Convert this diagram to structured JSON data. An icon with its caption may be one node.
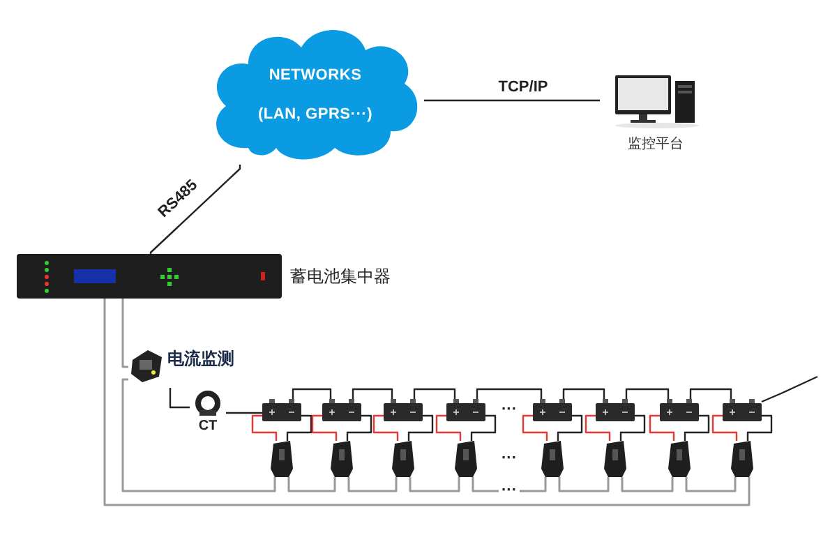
{
  "diagram": {
    "nodes": [
      {
        "text": [
          "NETWORKS",
          "(LAN, GPRS···)"
        ]
      },
      {
        "text": [
          "监控平台"
        ]
      },
      {
        "text": [
          "蓄电池集中器"
        ]
      },
      {
        "text": [
          "电流监测"
        ]
      },
      {
        "text": [
          "CT"
        ]
      },
      {
        "text": [],
        "shape": "battery"
      },
      {
        "text": [],
        "shape": "battery"
      },
      {
        "text": [],
        "shape": "battery"
      },
      {
        "text": [],
        "shape": "battery"
      },
      {
        "text": [],
        "shape": "battery"
      },
      {
        "text": [],
        "shape": "battery"
      },
      {
        "text": [],
        "shape": "battery"
      },
      {
        "text": [],
        "shape": "battery"
      },
      {
        "text": [],
        "shape": "box"
      },
      {
        "text": [],
        "shape": "box"
      },
      {
        "text": [],
        "shape": "box"
      },
      {
        "text": [],
        "shape": "box"
      },
      {
        "text": [],
        "shape": "box"
      },
      {
        "text": [],
        "shape": "box"
      },
      {
        "text": [],
        "shape": "box"
      },
      {
        "text": [],
        "shape": "box"
      }
    ],
    "edges": [
      {
        "from": 0,
        "to": 1,
        "arrow": "none",
        "label": "TCP/IP"
      },
      {
        "from": 2,
        "to": 0,
        "arrow": "none",
        "label": "RS485"
      },
      {
        "from": 2,
        "to": 3,
        "arrow": "none",
        "color": "#999999"
      },
      {
        "from": 3,
        "to": 13,
        "arrow": "none",
        "color": "#999999"
      },
      {
        "from": 13,
        "to": 14,
        "arrow": "none",
        "color": "#999999"
      },
      {
        "from": 14,
        "to": 15,
        "arrow": "none",
        "color": "#999999"
      },
      {
        "from": 15,
        "to": 16,
        "arrow": "none",
        "color": "#999999"
      },
      {
        "from": 16,
        "to": 17,
        "arrow": "none",
        "color": "#999999",
        "label": "···"
      },
      {
        "from": 17,
        "to": 18,
        "arrow": "none",
        "color": "#999999"
      },
      {
        "from": 18,
        "to": 19,
        "arrow": "none",
        "color": "#999999"
      },
      {
        "from": 19,
        "to": 20,
        "arrow": "none",
        "color": "#999999"
      },
      {
        "from": 20,
        "to": 2,
        "arrow": "none",
        "color": "#999999"
      },
      {
        "from": 3,
        "to": 4,
        "arrow": "none"
      },
      {
        "from": 4,
        "to": 5,
        "arrow": "none"
      },
      {
        "from": 5,
        "to": 6,
        "arrow": "none"
      },
      {
        "from": 6,
        "to": 7,
        "arrow": "none"
      },
      {
        "from": 7,
        "to": 8,
        "arrow": "none"
      },
      {
        "from": 8,
        "to": 9,
        "arrow": "none",
        "label": "···"
      },
      {
        "from": 9,
        "to": 10,
        "arrow": "none"
      },
      {
        "from": 10,
        "to": 11,
        "arrow": "none"
      },
      {
        "from": 11,
        "to": 12,
        "arrow": "none"
      },
      {
        "from": 12,
        "to": null,
        "arrow": "none"
      },
      {
        "from": 5,
        "to": 13,
        "arrow": "none",
        "color": "#e53935"
      },
      {
        "from": 5,
        "to": 13,
        "arrow": "none"
      },
      {
        "from": 6,
        "to": 14,
        "arrow": "none",
        "color": "#e53935"
      },
      {
        "from": 6,
        "to": 14,
        "arrow": "none"
      },
      {
        "from": 7,
        "to": 15,
        "arrow": "none",
        "color": "#e53935"
      },
      {
        "from": 7,
        "to": 15,
        "arrow": "none"
      },
      {
        "from": 8,
        "to": 16,
        "arrow": "none",
        "color": "#e53935"
      },
      {
        "from": 8,
        "to": 16,
        "arrow": "none"
      },
      {
        "from": 9,
        "to": 17,
        "arrow": "none",
        "color": "#e53935"
      },
      {
        "from": 9,
        "to": 17,
        "arrow": "none"
      },
      {
        "from": 10,
        "to": 18,
        "arrow": "none",
        "color": "#e53935"
      },
      {
        "from": 10,
        "to": 18,
        "arrow": "none"
      },
      {
        "from": 11,
        "to": 19,
        "arrow": "none",
        "color": "#e53935"
      },
      {
        "from": 11,
        "to": 19,
        "arrow": "none"
      },
      {
        "from": 12,
        "to": 20,
        "arrow": "none",
        "color": "#e53935"
      },
      {
        "from": 12,
        "to": 20,
        "arrow": "none"
      }
    ],
    "labels": [
      "···"
    ]
  }
}
